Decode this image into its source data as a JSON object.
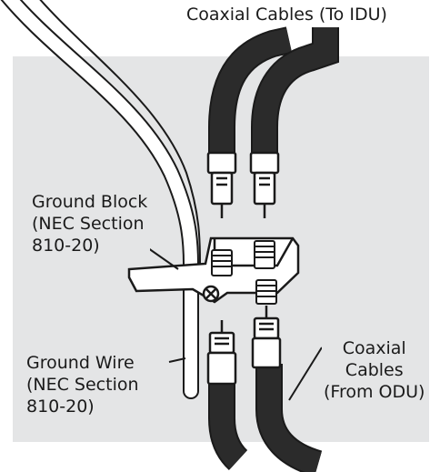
{
  "labels": {
    "coax_to_idu": "Coaxial Cables (To IDU)",
    "ground_block": [
      "Ground Block",
      "(NEC Section",
      "810-20)"
    ],
    "ground_wire": [
      "Ground Wire",
      "(NEC Section",
      "810-20)"
    ],
    "coax_from_odu": [
      "Coaxial",
      "Cables",
      "(From ODU)"
    ]
  },
  "colors": {
    "panel": "#e4e5e6",
    "cable": "#2b2b2b",
    "outline": "#1a1a1a",
    "metal": "#ffffff"
  }
}
